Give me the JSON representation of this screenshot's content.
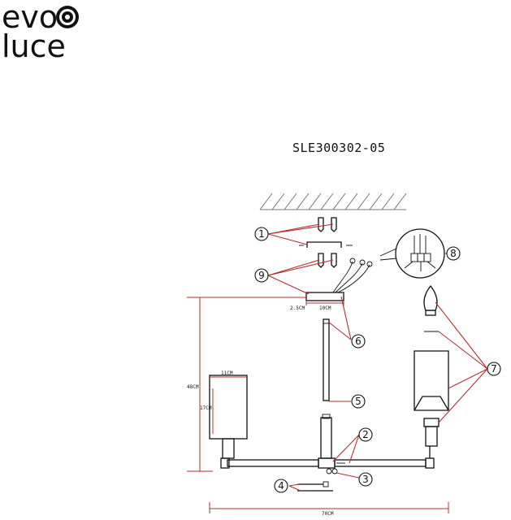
{
  "brand": {
    "line1": "evo",
    "line2": "luce",
    "logo_icon": "concentric-circle-icon"
  },
  "title": "SLE300302-05",
  "dimensions": {
    "height": "48CM",
    "width": "70CM",
    "shade_width": "11CM",
    "shade_height": "17CM",
    "canopy_width": "10CM",
    "canopy_height": "2.5CM"
  },
  "callouts": [
    "1",
    "2",
    "3",
    "4",
    "5",
    "6",
    "7",
    "8",
    "9"
  ],
  "colors": {
    "line": "#111111",
    "dimension": "#b03030"
  }
}
